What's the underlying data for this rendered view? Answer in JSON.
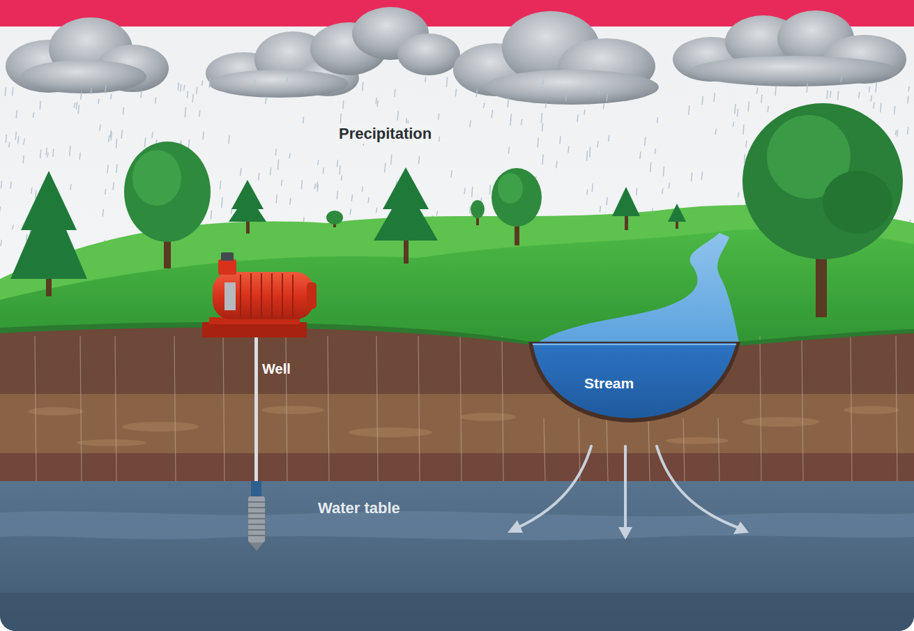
{
  "diagram": {
    "labels": [
      "Precipitation",
      "Well",
      "Stream",
      "Water table"
    ]
  }
}
